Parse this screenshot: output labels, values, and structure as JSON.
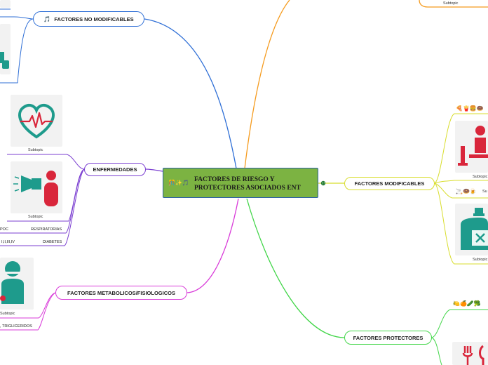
{
  "central": {
    "emoji": "🎊✨🎵",
    "title_line1": "FACTORES DE RIESGO Y",
    "title_line2": "PROTECTORES ASOCIADOS ENT",
    "right_icon": "globe-icon"
  },
  "nodes": {
    "no_modificables": {
      "icon": "🎵",
      "label": "FACTORES NO MODIFICABLES"
    },
    "enfermedades": {
      "label": "ENFERMEDADES"
    },
    "metabolicos": {
      "label": "FACTORES METABOLICOS/FISIOLOGICOS"
    },
    "modificables": {
      "label": "FACTORES MODIFICABLES"
    },
    "protectores": {
      "label": "FACTORES PROTECTORES"
    }
  },
  "subtopic_label": "Subtopic",
  "leaf_labels": {
    "respiratorias": "RESPIRATORIAS",
    "diabetes": "DIABETES",
    "epoc": "POC",
    "grados": "I,II,III,IV",
    "trigliceridos": ", TRIGLICERIDOS"
  },
  "emoji_rows": {
    "modificables_food": "🍕🍟🍔🍩",
    "modificables_smoke": "🚬🍩🍺",
    "protectores_fruit": "🍋🍊🥒🥦"
  },
  "colors": {
    "central_fill": "#7cb342",
    "blue_branch": "#2f6fd6",
    "orange_branch": "#f59b1e",
    "purple_branch": "#7b3fd1",
    "magenta_branch": "#d93bd9",
    "green_branch": "#43d64a",
    "yellow_branch": "#d8dd2c",
    "icon_teal": "#1e9b8c",
    "icon_red": "#d9263b"
  }
}
